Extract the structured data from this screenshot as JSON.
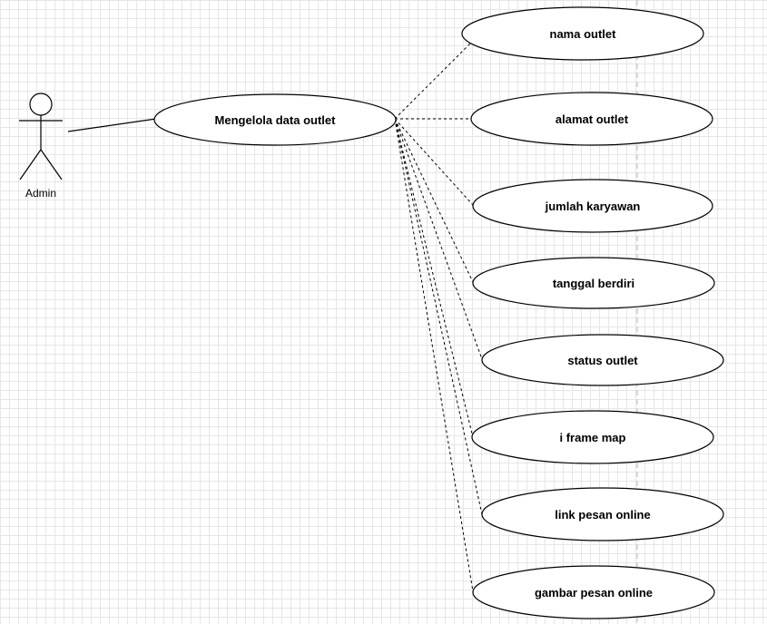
{
  "diagram": {
    "actor": {
      "label": "Admin"
    },
    "main_use_case": {
      "label": "Mengelola data outlet"
    },
    "sub_use_cases": [
      {
        "label": "nama outlet"
      },
      {
        "label": "alamat outlet"
      },
      {
        "label": "jumlah karyawan"
      },
      {
        "label": "tanggal berdiri"
      },
      {
        "label": "status outlet"
      },
      {
        "label": "i frame map"
      },
      {
        "label": "link pesan online"
      },
      {
        "label": "gambar pesan online"
      }
    ]
  }
}
